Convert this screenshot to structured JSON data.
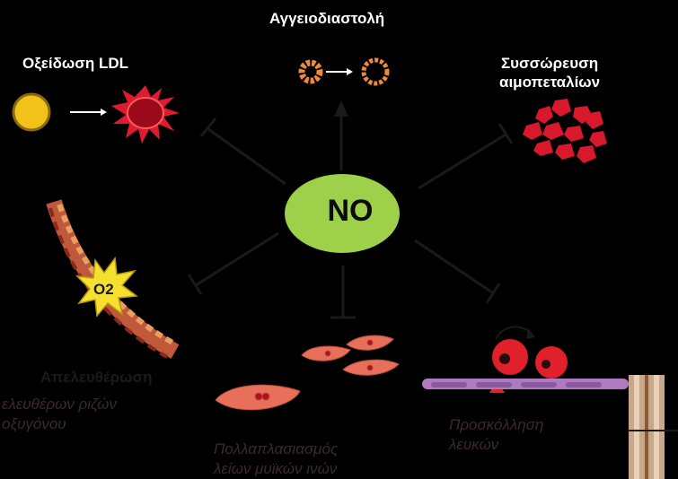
{
  "center": {
    "label": "NO",
    "color": "#9fd04a"
  },
  "labels": {
    "vasodilation": "Αγγειοδιαστολή",
    "ldl_oxidation": "Οξείδωση LDL",
    "platelet_agg_line1": "Συσσώρευση",
    "platelet_agg_line2": "αιμοπεταλίων",
    "o2_release_line1": "Απελευθέρωση",
    "o2_release_line2a": "ελευθέρων ριζών",
    "o2_release_line2b": "οξυγόνου",
    "o2_symbol": "O2",
    "smc_line1": "Πολλαπλασιασμός",
    "smc_line2": "λείων μυϊκών ινών",
    "adhesion_line1": "Προσκόλληση",
    "adhesion_line2": "λευκών"
  },
  "colors": {
    "arrow": "#1a1a1a",
    "vessel": "#f08a3a",
    "platelet": "#d8192b",
    "ldl_core": "#f2c21a",
    "smc_cell": "#e8705a",
    "leukocyte": "#e0202a"
  }
}
